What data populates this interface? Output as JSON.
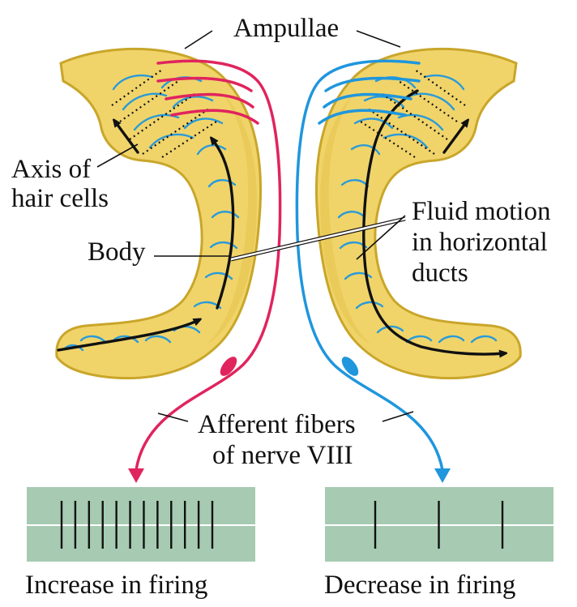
{
  "labels": {
    "ampullae": "Ampullae",
    "axis_of_hair_cells_line1": "Axis of",
    "axis_of_hair_cells_line2": "hair cells",
    "body": "Body",
    "fluid_motion_line1": "Fluid motion",
    "fluid_motion_line2": "in horizontal",
    "fluid_motion_line3": "ducts",
    "afferent_line1": "Afferent fibers",
    "afferent_line2": "of nerve VIII",
    "increase_caption": "Increase in firing",
    "decrease_caption": "Decrease in firing"
  },
  "firing": {
    "left_spike_count": 12,
    "right_spike_count": 3
  },
  "colors": {
    "duct": "#f0d46a",
    "hair_cells": "#2a9ad8",
    "left_nerve": "#e0245e",
    "right_nerve": "#1f96dd",
    "firing_panel": "#a6cbb2"
  }
}
